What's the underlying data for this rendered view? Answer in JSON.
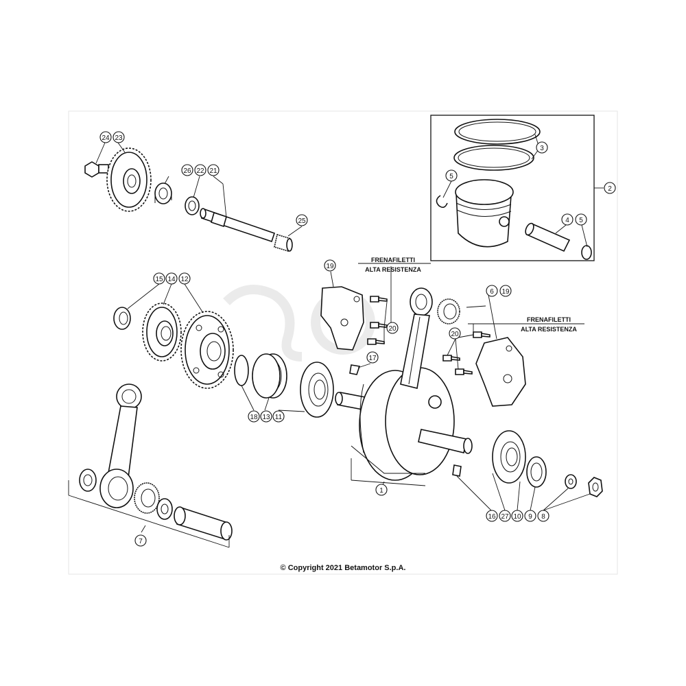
{
  "notes": {
    "thread_lock_1_line1": "FRENAFILETTI",
    "thread_lock_1_line2": "ALTA RESISTENZA",
    "thread_lock_2_line1": "FRENAFILETTI",
    "thread_lock_2_line2": "ALTA RESISTENZA"
  },
  "callouts": {
    "c1": "1",
    "c2": "2",
    "c3": "3",
    "c4": "4",
    "c5a": "5",
    "c5b": "5",
    "c6": "6",
    "c7": "7",
    "c8": "8",
    "c9": "9",
    "c10": "10",
    "c11": "11",
    "c12": "12",
    "c13": "13",
    "c14": "14",
    "c15": "15",
    "c16": "16",
    "c17": "17",
    "c18": "18",
    "c19a": "19",
    "c19b": "19",
    "c20a": "20",
    "c20b": "20",
    "c21": "21",
    "c22": "22",
    "c23": "23",
    "c24": "24",
    "c25": "25",
    "c26": "26",
    "c27": "27"
  },
  "copyright": "© Copyright 2021 Betamotor S.p.A."
}
